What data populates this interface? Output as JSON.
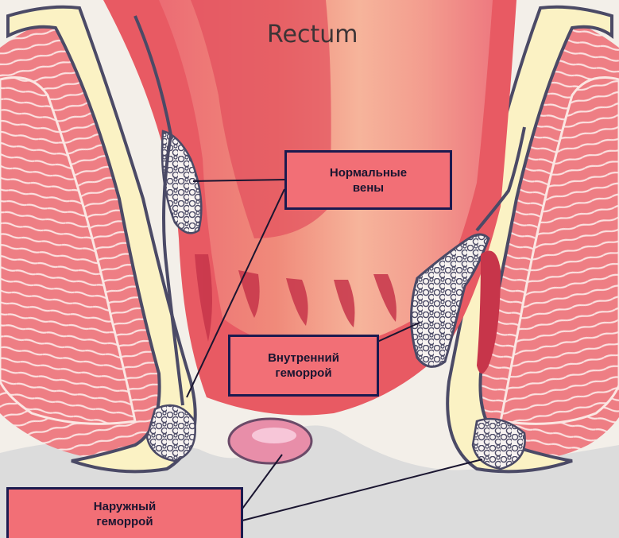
{
  "title": "Rectum",
  "labels": {
    "normal_veins": {
      "line1": "Нормальные",
      "line2": "вены"
    },
    "internal_hemorrhoid": {
      "line1": "Внутренний",
      "line2": "геморрой"
    },
    "external_hemorrhoid": {
      "line1": "Наружный",
      "line2": "геморрой"
    }
  },
  "colors": {
    "muscle": "#ee7e84",
    "rectum_wall": "#e85a63",
    "mucosa": "#f5a2a6",
    "fat": "#fbf2c4",
    "vein_outline": "#4b4a66",
    "label_fill": "#f26f76",
    "label_border": "#1b1a4f",
    "skin": "#dcdcdc"
  }
}
